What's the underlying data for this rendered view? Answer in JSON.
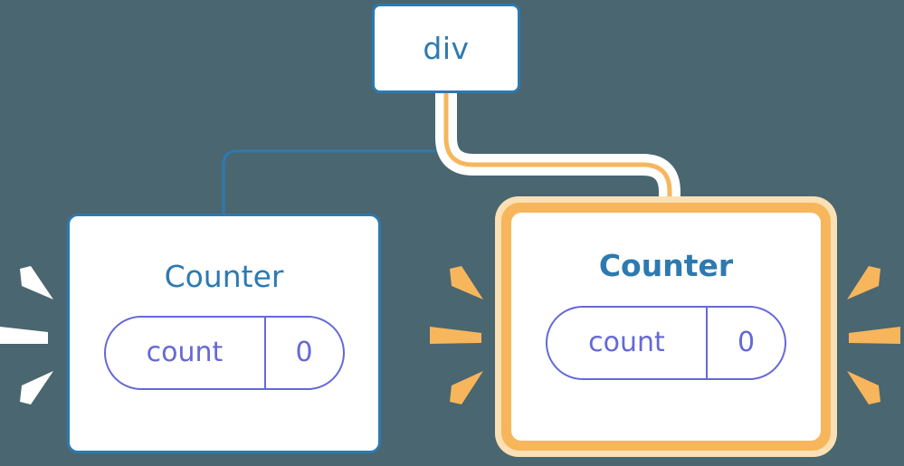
{
  "diagram": {
    "title": "component-rerender-tree",
    "background_color": "#4a6670",
    "nodes": {
      "root": {
        "label": "div",
        "border_color": "#2d7ab0",
        "highlighted": false
      },
      "counter_plain": {
        "label": "Counter",
        "border_color": "#2d7ab0",
        "highlighted": false,
        "state": {
          "key": "count",
          "value": "0",
          "border_color": "#6569d6"
        }
      },
      "counter_highlighted": {
        "label": "Counter",
        "border_color": "#f7b65c",
        "glow_color": "#fae0b4",
        "highlighted": true,
        "state": {
          "key": "count",
          "value": "0",
          "border_color": "#6569d6"
        }
      }
    },
    "edges": [
      {
        "name": "div-to-counter-plain",
        "from": "root",
        "to": "counter_plain",
        "color": "#2d7ab0",
        "width": 3,
        "active": false
      },
      {
        "name": "div-to-counter-highlighted",
        "from": "root",
        "to": "counter_highlighted",
        "color": "#f7b65c",
        "halo_color": "#ffffff",
        "width": 5,
        "active": true
      }
    ],
    "sparkles": [
      {
        "name": "sparkle-burst-left-outer",
        "color": "#ffffff",
        "direction": "right"
      },
      {
        "name": "sparkle-burst-left-inner",
        "color": "#f7b65c",
        "direction": "right"
      },
      {
        "name": "sparkle-burst-right-outer",
        "color": "#f7b65c",
        "direction": "left"
      }
    ]
  }
}
